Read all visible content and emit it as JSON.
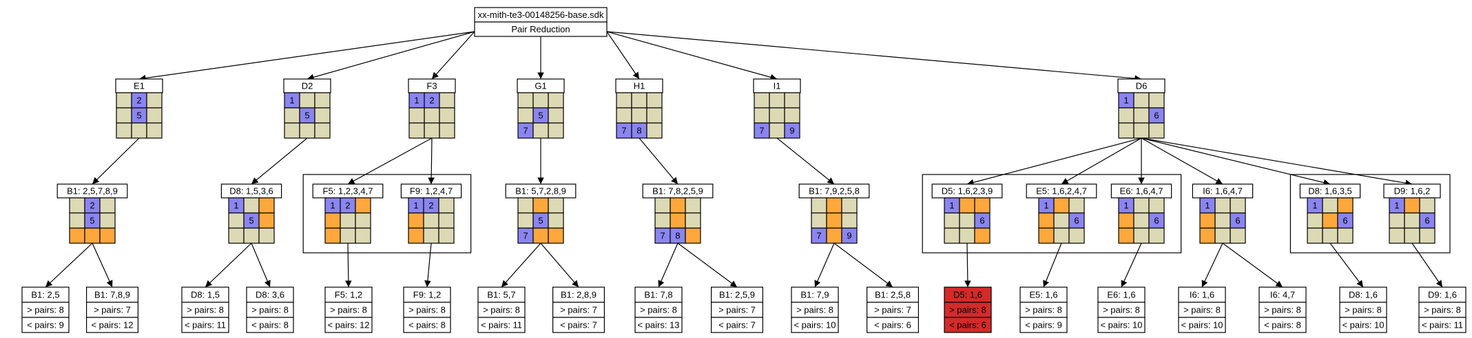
{
  "colors": {
    "empty": "#dcd9b5",
    "given": "#8a85f0",
    "changed": "#fda83c",
    "highlight": "#d42a2a",
    "stroke": "#000000",
    "background": "#ffffff"
  },
  "root": {
    "title": "xx-mith-te3-00148256-base.sdk",
    "subtitle": "Pair Reduction"
  },
  "level1": [
    {
      "id": "E1",
      "label": "E1",
      "grid": [
        [
          "e",
          "g",
          "e"
        ],
        [
          "e",
          "g",
          "e"
        ],
        [
          "e",
          "e",
          "e"
        ]
      ],
      "nums": [
        [
          "",
          "2",
          ""
        ],
        [
          "",
          "5",
          ""
        ],
        [
          "",
          "",
          ""
        ]
      ]
    },
    {
      "id": "D2",
      "label": "D2",
      "grid": [
        [
          "g",
          "e",
          "e"
        ],
        [
          "e",
          "g",
          "e"
        ],
        [
          "e",
          "e",
          "e"
        ]
      ],
      "nums": [
        [
          "1",
          "",
          ""
        ],
        [
          "",
          "5",
          ""
        ],
        [
          "",
          "",
          ""
        ]
      ]
    },
    {
      "id": "F3",
      "label": "F3",
      "grid": [
        [
          "g",
          "g",
          "e"
        ],
        [
          "e",
          "e",
          "e"
        ],
        [
          "e",
          "e",
          "e"
        ]
      ],
      "nums": [
        [
          "1",
          "2",
          ""
        ],
        [
          "",
          "",
          ""
        ],
        [
          "",
          "",
          ""
        ]
      ]
    },
    {
      "id": "G1",
      "label": "G1",
      "grid": [
        [
          "e",
          "e",
          "e"
        ],
        [
          "e",
          "g",
          "e"
        ],
        [
          "g",
          "e",
          "e"
        ]
      ],
      "nums": [
        [
          "",
          "",
          ""
        ],
        [
          "",
          "5",
          ""
        ],
        [
          "7",
          "",
          ""
        ]
      ]
    },
    {
      "id": "H1",
      "label": "H1",
      "grid": [
        [
          "e",
          "e",
          "e"
        ],
        [
          "e",
          "e",
          "e"
        ],
        [
          "g",
          "g",
          "e"
        ]
      ],
      "nums": [
        [
          "",
          "",
          ""
        ],
        [
          "",
          "",
          ""
        ],
        [
          "7",
          "8",
          ""
        ]
      ]
    },
    {
      "id": "I1",
      "label": "I1",
      "grid": [
        [
          "e",
          "e",
          "e"
        ],
        [
          "e",
          "e",
          "e"
        ],
        [
          "g",
          "e",
          "g"
        ]
      ],
      "nums": [
        [
          "",
          "",
          ""
        ],
        [
          "",
          "",
          ""
        ],
        [
          "7",
          "",
          "9"
        ]
      ]
    },
    {
      "id": "D6",
      "label": "D6",
      "grid": [
        [
          "g",
          "e",
          "e"
        ],
        [
          "e",
          "e",
          "g"
        ],
        [
          "e",
          "e",
          "e"
        ]
      ],
      "nums": [
        [
          "1",
          "",
          ""
        ],
        [
          "",
          "",
          "6"
        ],
        [
          "",
          "",
          ""
        ]
      ]
    }
  ],
  "level2": [
    {
      "id": "E1a",
      "parent": "E1",
      "label": "B1: 2,5,7,8,9",
      "grid": [
        [
          "e",
          "g",
          "e"
        ],
        [
          "e",
          "g",
          "e"
        ],
        [
          "c",
          "c",
          "c"
        ]
      ],
      "nums": [
        [
          "",
          "2",
          ""
        ],
        [
          "",
          "5",
          ""
        ],
        [
          "",
          "",
          ""
        ]
      ]
    },
    {
      "id": "D2a",
      "parent": "D2",
      "label": "D8: 1,5,3,6",
      "grid": [
        [
          "g",
          "e",
          "c"
        ],
        [
          "e",
          "g",
          "c"
        ],
        [
          "e",
          "e",
          "e"
        ]
      ],
      "nums": [
        [
          "1",
          "",
          ""
        ],
        [
          "",
          "5",
          ""
        ],
        [
          "",
          "",
          ""
        ]
      ]
    },
    {
      "id": "F3a",
      "parent": "F3",
      "label": "F5: 1,2,3,4,7",
      "grid": [
        [
          "g",
          "g",
          "c"
        ],
        [
          "c",
          "e",
          "e"
        ],
        [
          "c",
          "e",
          "e"
        ]
      ],
      "nums": [
        [
          "1",
          "2",
          ""
        ],
        [
          "",
          "",
          ""
        ],
        [
          "",
          "",
          ""
        ]
      ]
    },
    {
      "id": "F3b",
      "parent": "F3",
      "label": "F9: 1,2,4,7",
      "grid": [
        [
          "g",
          "g",
          "e"
        ],
        [
          "c",
          "e",
          "e"
        ],
        [
          "c",
          "e",
          "e"
        ]
      ],
      "nums": [
        [
          "1",
          "2",
          ""
        ],
        [
          "",
          "",
          ""
        ],
        [
          "",
          "",
          ""
        ]
      ]
    },
    {
      "id": "G1a",
      "parent": "G1",
      "label": "B1: 5,7,2,8,9",
      "grid": [
        [
          "e",
          "c",
          "e"
        ],
        [
          "e",
          "g",
          "e"
        ],
        [
          "g",
          "c",
          "c"
        ]
      ],
      "nums": [
        [
          "",
          "",
          ""
        ],
        [
          "",
          "5",
          ""
        ],
        [
          "7",
          "",
          ""
        ]
      ]
    },
    {
      "id": "H1a",
      "parent": "H1",
      "label": "B1: 7,8,2,5,9",
      "grid": [
        [
          "e",
          "c",
          "e"
        ],
        [
          "e",
          "c",
          "e"
        ],
        [
          "g",
          "g",
          "c"
        ]
      ],
      "nums": [
        [
          "",
          "",
          ""
        ],
        [
          "",
          "",
          ""
        ],
        [
          "7",
          "8",
          ""
        ]
      ]
    },
    {
      "id": "I1a",
      "parent": "I1",
      "label": "B1: 7,9,2,5,8",
      "grid": [
        [
          "e",
          "c",
          "e"
        ],
        [
          "e",
          "c",
          "e"
        ],
        [
          "g",
          "c",
          "g"
        ]
      ],
      "nums": [
        [
          "",
          "",
          ""
        ],
        [
          "",
          "",
          ""
        ],
        [
          "7",
          "",
          "9"
        ]
      ]
    },
    {
      "id": "D6a",
      "parent": "D6",
      "label": "D5: 1,6,2,3,9",
      "grid": [
        [
          "g",
          "c",
          "c"
        ],
        [
          "e",
          "e",
          "g"
        ],
        [
          "e",
          "e",
          "c"
        ]
      ],
      "nums": [
        [
          "1",
          "",
          ""
        ],
        [
          "",
          "",
          "6"
        ],
        [
          "",
          "",
          ""
        ]
      ]
    },
    {
      "id": "D6b",
      "parent": "D6",
      "label": "E5: 1,6,2,4,7",
      "grid": [
        [
          "g",
          "c",
          "e"
        ],
        [
          "c",
          "e",
          "g"
        ],
        [
          "c",
          "e",
          "e"
        ]
      ],
      "nums": [
        [
          "1",
          "",
          ""
        ],
        [
          "",
          "",
          "6"
        ],
        [
          "",
          "",
          ""
        ]
      ]
    },
    {
      "id": "D6c",
      "parent": "D6",
      "label": "E6: 1,6,4,7",
      "grid": [
        [
          "g",
          "e",
          "e"
        ],
        [
          "c",
          "e",
          "g"
        ],
        [
          "c",
          "e",
          "e"
        ]
      ],
      "nums": [
        [
          "1",
          "",
          ""
        ],
        [
          "",
          "",
          "6"
        ],
        [
          "",
          "",
          ""
        ]
      ]
    },
    {
      "id": "D6d",
      "parent": "D6",
      "label": "I6: 1,6,4,7",
      "grid": [
        [
          "g",
          "e",
          "e"
        ],
        [
          "c",
          "e",
          "g"
        ],
        [
          "c",
          "e",
          "e"
        ]
      ],
      "nums": [
        [
          "1",
          "",
          ""
        ],
        [
          "",
          "",
          "6"
        ],
        [
          "",
          "",
          ""
        ]
      ]
    },
    {
      "id": "D6e",
      "parent": "D6",
      "label": "D8: 1,6,3,5",
      "grid": [
        [
          "g",
          "e",
          "c"
        ],
        [
          "e",
          "c",
          "g"
        ],
        [
          "e",
          "e",
          "e"
        ]
      ],
      "nums": [
        [
          "1",
          "",
          ""
        ],
        [
          "",
          "",
          "6"
        ],
        [
          "",
          "",
          ""
        ]
      ]
    },
    {
      "id": "D6f",
      "parent": "D6",
      "label": "D9: 1,6,2",
      "grid": [
        [
          "g",
          "c",
          "e"
        ],
        [
          "e",
          "e",
          "g"
        ],
        [
          "e",
          "e",
          "e"
        ]
      ],
      "nums": [
        [
          "1",
          "",
          ""
        ],
        [
          "",
          "",
          "6"
        ],
        [
          "",
          "",
          ""
        ]
      ]
    }
  ],
  "groups": [
    [
      "F3a",
      "F3b"
    ],
    [
      "D6a",
      "D6b",
      "D6c"
    ],
    [
      "D6e",
      "D6f"
    ]
  ],
  "leaves": [
    {
      "parent": "E1a",
      "title": "B1: 2,5",
      "more": "> pairs: 8",
      "less": "< pairs: 9",
      "highlight": false
    },
    {
      "parent": "E1a",
      "title": "B1: 7,8,9",
      "more": "> pairs: 7",
      "less": "< pairs: 12",
      "highlight": false
    },
    {
      "parent": "D2a",
      "title": "D8: 1,5",
      "more": "> pairs: 8",
      "less": "< pairs: 11",
      "highlight": false
    },
    {
      "parent": "D2a",
      "title": "D8: 3,6",
      "more": "> pairs: 8",
      "less": "< pairs: 8",
      "highlight": false
    },
    {
      "parent": "F3a",
      "title": "F5: 1,2",
      "more": "> pairs: 8",
      "less": "< pairs: 12",
      "highlight": false
    },
    {
      "parent": "F3b",
      "title": "F9: 1,2",
      "more": "> pairs: 8",
      "less": "< pairs: 8",
      "highlight": false
    },
    {
      "parent": "G1a",
      "title": "B1: 5,7",
      "more": "> pairs: 8",
      "less": "< pairs: 11",
      "highlight": false
    },
    {
      "parent": "G1a",
      "title": "B1: 2,8,9",
      "more": "> pairs: 7",
      "less": "< pairs: 7",
      "highlight": false
    },
    {
      "parent": "H1a",
      "title": "B1: 7,8",
      "more": "> pairs: 8",
      "less": "< pairs: 13",
      "highlight": false
    },
    {
      "parent": "H1a",
      "title": "B1: 2,5,9",
      "more": "> pairs: 7",
      "less": "< pairs: 7",
      "highlight": false
    },
    {
      "parent": "I1a",
      "title": "B1: 7,9",
      "more": "> pairs: 8",
      "less": "< pairs: 10",
      "highlight": false
    },
    {
      "parent": "I1a",
      "title": "B1: 2,5,8",
      "more": "> pairs: 7",
      "less": "< pairs: 6",
      "highlight": false
    },
    {
      "parent": "D6a",
      "title": "D5: 1,6",
      "more": "> pairs: 8",
      "less": "< pairs: 6",
      "highlight": true
    },
    {
      "parent": "D6b",
      "title": "E5: 1,6",
      "more": "> pairs: 8",
      "less": "< pairs: 9",
      "highlight": false
    },
    {
      "parent": "D6c",
      "title": "E6: 1,6",
      "more": "> pairs: 8",
      "less": "< pairs: 10",
      "highlight": false
    },
    {
      "parent": "D6d",
      "title": "I6: 1,6",
      "more": "> pairs: 8",
      "less": "< pairs: 10",
      "highlight": false
    },
    {
      "parent": "D6d",
      "title": "I6: 4,7",
      "more": "> pairs: 8",
      "less": "< pairs: 8",
      "highlight": false
    },
    {
      "parent": "D6e",
      "title": "D8: 1,6",
      "more": "> pairs: 8",
      "less": "< pairs: 10",
      "highlight": false
    },
    {
      "parent": "D6f",
      "title": "D9: 1,6",
      "more": "> pairs: 8",
      "less": "< pairs: 11",
      "highlight": false
    }
  ]
}
